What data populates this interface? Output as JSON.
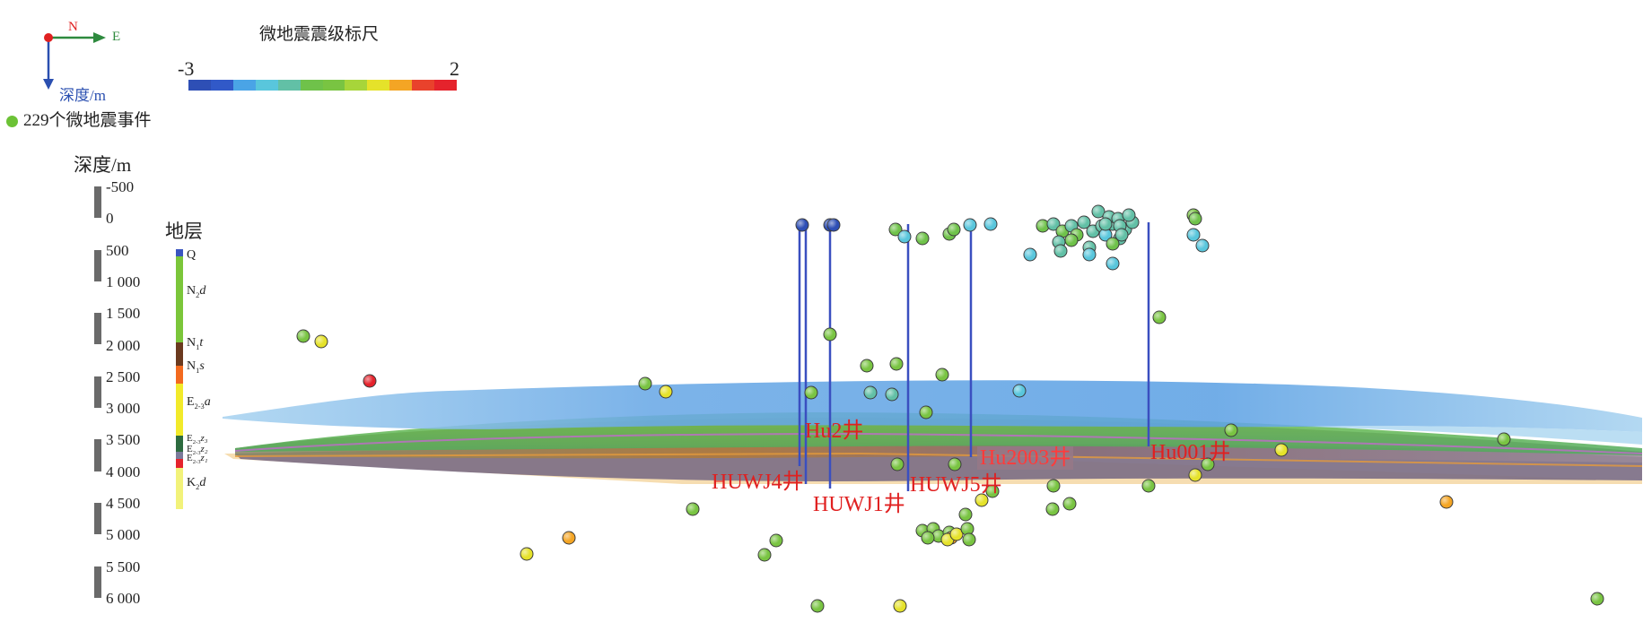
{
  "compass": {
    "north": "N",
    "east": "E",
    "depth_axis": "深度/m"
  },
  "event_legend": {
    "label": "229个微地震事件",
    "color": "#6cc236"
  },
  "magnitude_scale": {
    "title": "微地震震级标尺",
    "min_label": "-3",
    "max_label": "2",
    "colors": [
      "#2e4fb5",
      "#3159c8",
      "#4aa4e6",
      "#59c6dc",
      "#62c0a6",
      "#6fc24a",
      "#79c442",
      "#a7d53a",
      "#e5e22a",
      "#f4a524",
      "#e9422c",
      "#e5232c"
    ]
  },
  "depth_ruler": {
    "title": "深度/m",
    "ticks": [
      "-500",
      "0",
      "500",
      "1 000",
      "1 500",
      "2 000",
      "2 500",
      "3 000",
      "3 500",
      "4 000",
      "4 500",
      "5 000",
      "5 500",
      "6 000"
    ]
  },
  "strata": {
    "title": "地层",
    "layers": [
      {
        "name": "Q",
        "color": "#3a55c0"
      },
      {
        "name": "N2d",
        "color": "#7bc63a"
      },
      {
        "name": "N1t",
        "color": "#6b3a1f"
      },
      {
        "name": "N1s",
        "color": "#f36a1f"
      },
      {
        "name": "E2-3a",
        "color": "#f2ea2a"
      },
      {
        "name": "E2-3z3",
        "color": "#2d6b3f"
      },
      {
        "name": "E2-3z2",
        "color": "#7a7a9a"
      },
      {
        "name": "E2-3z1",
        "color": "#e5232c"
      },
      {
        "name": "K2d",
        "color": "#f2f27a"
      }
    ]
  },
  "wells": [
    {
      "name": "HUWJ4井"
    },
    {
      "name": "Hu2井"
    },
    {
      "name": "HUWJ1井"
    },
    {
      "name": "HUWJ5井"
    },
    {
      "name": "Hu2003井"
    },
    {
      "name": "Hu001井"
    }
  ]
}
